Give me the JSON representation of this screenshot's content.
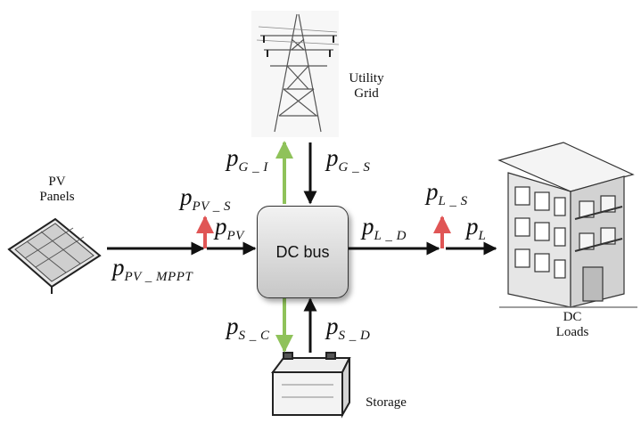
{
  "nodes": {
    "grid": "Utility\nGrid",
    "pv": "PV\nPanels",
    "loads": "DC\nLoads",
    "storage": "Storage",
    "bus": "DC bus"
  },
  "flows": {
    "pv_mppt": {
      "base": "p",
      "sub": "PV _ MPPT"
    },
    "pv": {
      "base": "p",
      "sub": "PV"
    },
    "pv_s": {
      "base": "p",
      "sub": "PV _ S"
    },
    "g_i": {
      "base": "p",
      "sub": "G _ I"
    },
    "g_s": {
      "base": "p",
      "sub": "G _ S"
    },
    "l_d": {
      "base": "p",
      "sub": "L _ D"
    },
    "l_s": {
      "base": "p",
      "sub": "L _ S"
    },
    "l": {
      "base": "p",
      "sub": "L"
    },
    "s_c": {
      "base": "p",
      "sub": "S _ C"
    },
    "s_d": {
      "base": "p",
      "sub": "S _ D"
    }
  },
  "colors": {
    "arrow": "#111111",
    "red": "#e05555",
    "green": "#8fc25a"
  }
}
